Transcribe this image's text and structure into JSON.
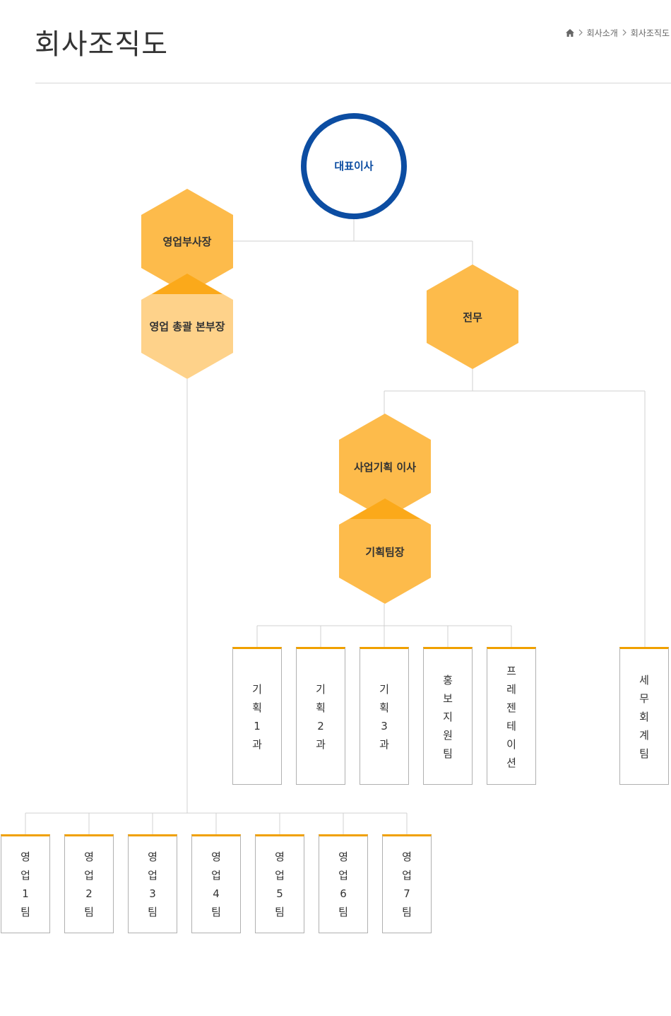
{
  "page": {
    "title": "회사조직도",
    "breadcrumb": [
      "회사소개",
      "회사조직도"
    ]
  },
  "icons": {
    "home": "home-icon",
    "separator": "chevron-right-icon"
  },
  "colors": {
    "ceo_ring": "#0c4da2",
    "hexagon": "#fdbb4b",
    "hexagon_light": "#fed28a",
    "hexagon_overlap": "#fba91a",
    "box_top_border": "#f0a000",
    "connector": "#d0d0d0"
  },
  "nodes": {
    "ceo": "대표이사",
    "sales_vp": "영업부사장",
    "sales_head": "영업 총괄 본부장",
    "executive": "전무",
    "planning_director": "사업기획 이사",
    "planning_team_lead": "기획팀장"
  },
  "planning_teams": [
    "기획1과",
    "기획2과",
    "기획3과",
    "홍보지원팀",
    "프레젠테이션"
  ],
  "tax_team": "세무회계팀",
  "sales_teams": [
    "영업1팀",
    "영업2팀",
    "영업3팀",
    "영업4팀",
    "영업5팀",
    "영업6팀",
    "영업7팀"
  ]
}
